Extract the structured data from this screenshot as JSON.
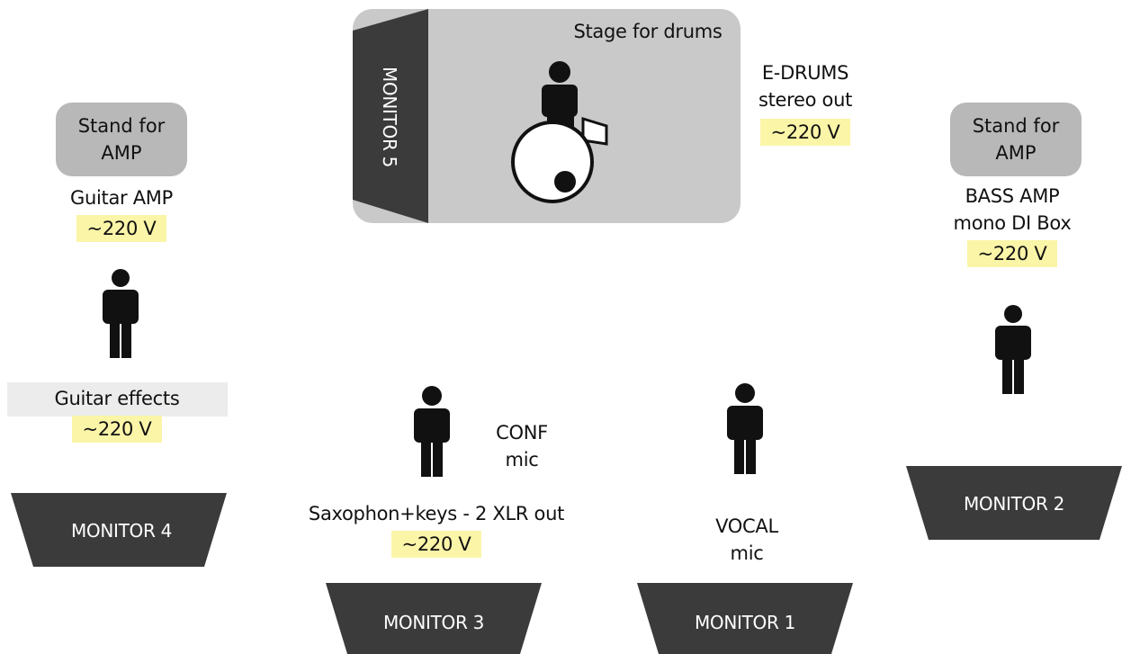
{
  "stage": {
    "label": "Stage for drums"
  },
  "monitors": {
    "m1": "MONITOR 1",
    "m2": "MONITOR 2",
    "m3": "MONITOR 3",
    "m4": "MONITOR 4",
    "m5": "MONITOR 5"
  },
  "left": {
    "stand": [
      "Stand for",
      "AMP"
    ],
    "amp": "Guitar AMP",
    "amp_power": "~220 V",
    "effects": "Guitar effects",
    "effects_power": "~220 V"
  },
  "right": {
    "stand": [
      "Stand for",
      "AMP"
    ],
    "amp_lines": [
      "BASS AMP",
      "mono DI Box"
    ],
    "amp_power": "~220 V"
  },
  "drums": {
    "lines": [
      "E-DRUMS",
      "stereo out"
    ],
    "power": "~220 V"
  },
  "center": {
    "conf_mic": [
      "CONF",
      "mic"
    ],
    "sax": "Saxophon+keys - 2 XLR out",
    "sax_power": "~220 V",
    "vocal_mic": [
      "VOCAL",
      "mic"
    ]
  },
  "colors": {
    "stage": "#c9c9c9",
    "stand": "#b8b8b8",
    "monitor": "#3b3b3b",
    "power_highlight": "#fbf5a8",
    "effects_band": "#ececec"
  }
}
